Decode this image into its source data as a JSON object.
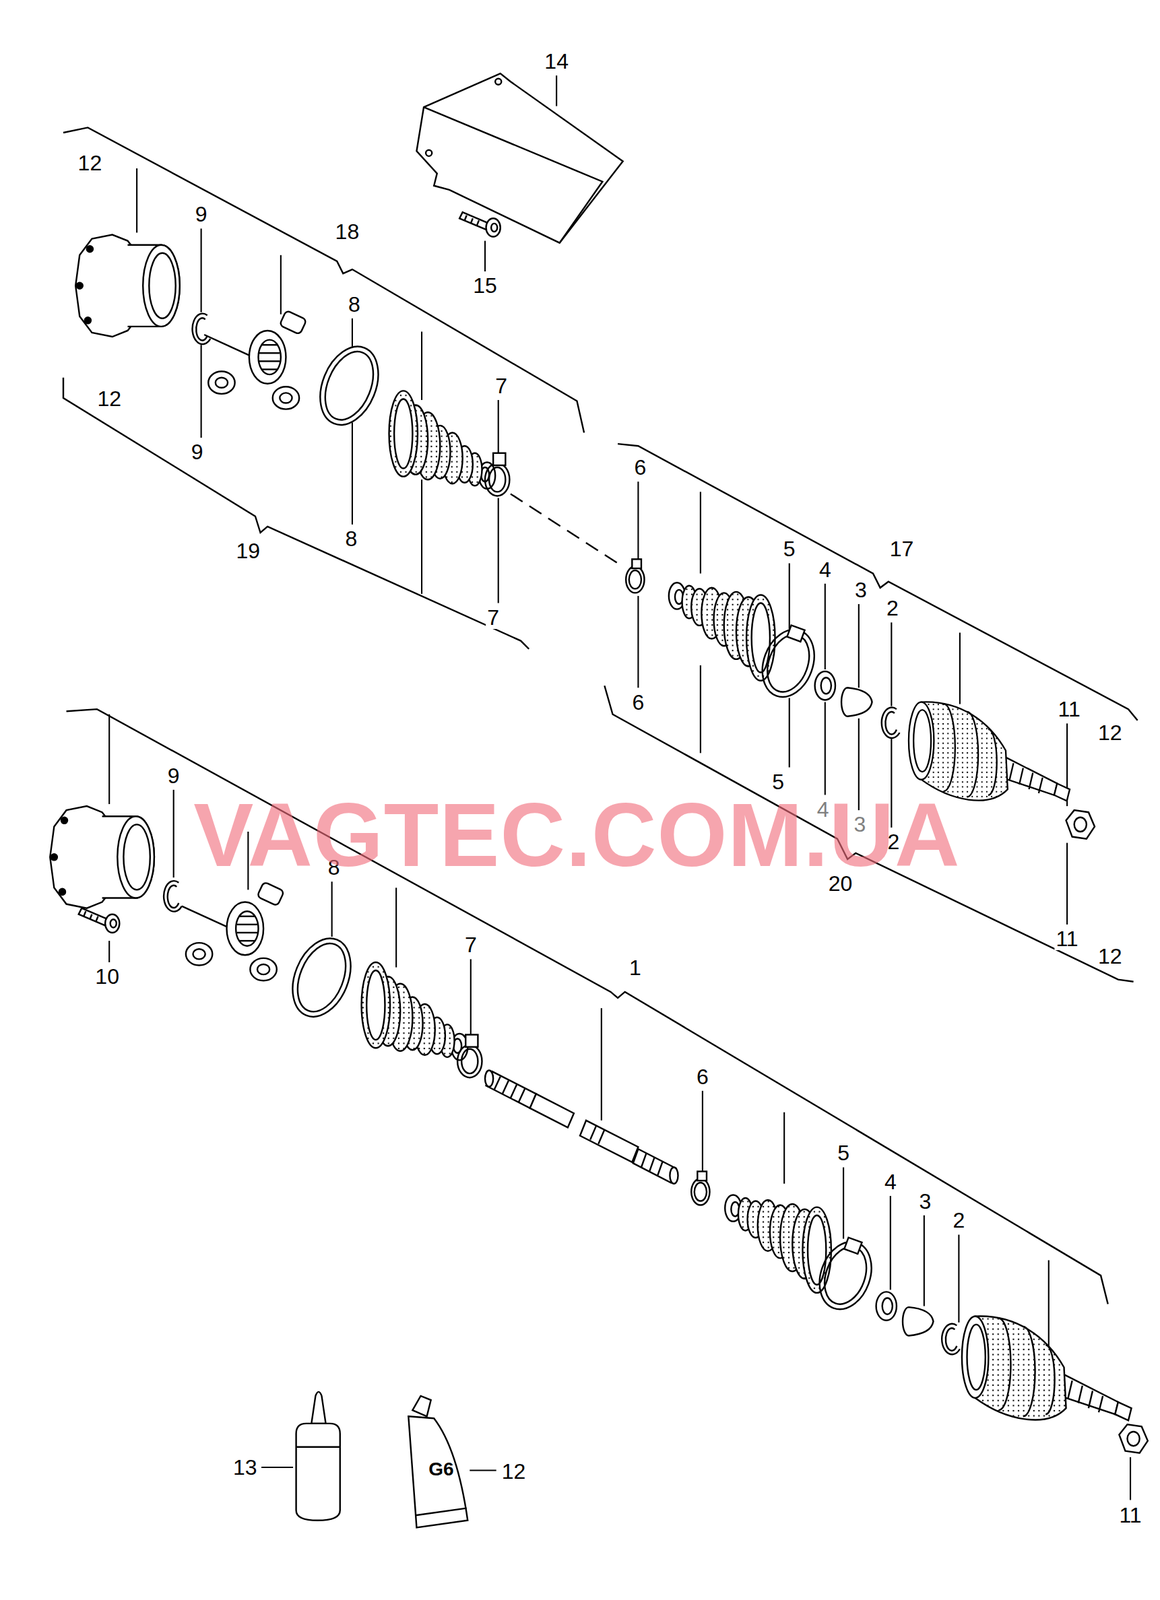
{
  "diagram": {
    "labels": [
      "14",
      "12",
      "9",
      "18",
      "8",
      "15",
      "12",
      "9",
      "7",
      "8",
      "19",
      "7",
      "6",
      "5",
      "17",
      "4",
      "3",
      "2",
      "6",
      "11",
      "12",
      "5",
      "VAGTEC.COM.UA",
      "4",
      "3",
      "2",
      "20",
      "11",
      "12",
      "9",
      "8",
      "10",
      "7",
      "1",
      "6",
      "5",
      "4",
      "3",
      "2",
      "13",
      "G6",
      "12",
      "11"
    ]
  }
}
